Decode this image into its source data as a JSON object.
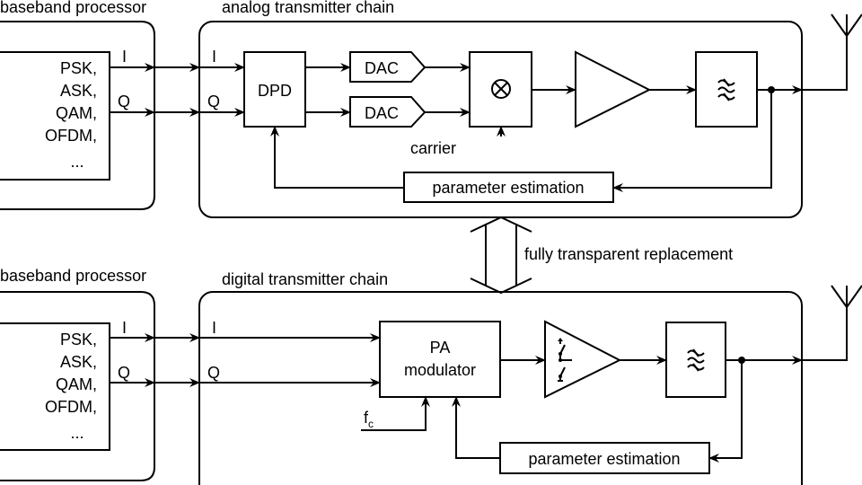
{
  "top": {
    "baseband_title": "baseband processor",
    "chain_title": "analog transmitter chain",
    "modulations": [
      "PSK,",
      "ASK,",
      "QAM,",
      "OFDM,",
      "..."
    ],
    "signal_i": "I",
    "signal_q": "Q",
    "dpd_label": "DPD",
    "dac_label": "DAC",
    "mixer_symbol": "⊗",
    "carrier_label": "carrier",
    "param_est_label": "parameter estimation"
  },
  "middle": {
    "replacement_label": "fully transparent replacement"
  },
  "bottom": {
    "baseband_title": "baseband processor",
    "chain_title": "digital transmitter chain",
    "modulations": [
      "PSK,",
      "ASK,",
      "QAM,",
      "OFDM,",
      "..."
    ],
    "signal_i": "I",
    "signal_q": "Q",
    "pa_mod_line1": "PA",
    "pa_mod_line2": "modulator",
    "fc_label": "f",
    "fc_sub": "c",
    "param_est_label": "parameter estimation"
  }
}
